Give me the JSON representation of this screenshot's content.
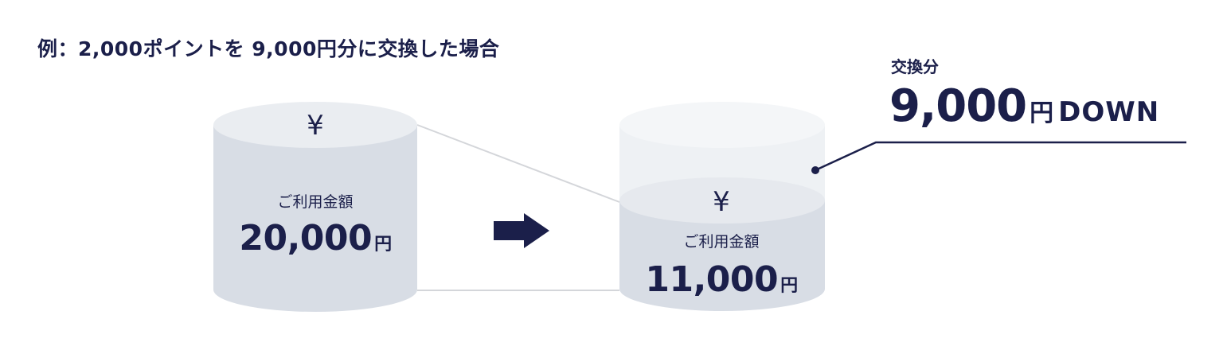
{
  "caption": "例：2,000ポイントを 9,000円分に交換した場合",
  "before": {
    "symbol": "¥",
    "label": "ご利用金額",
    "amount": "20,000",
    "unit": "円"
  },
  "after": {
    "symbol": "¥",
    "label": "ご利用金額",
    "amount": "11,000",
    "unit": "円"
  },
  "exchange": {
    "label": "交換分",
    "amount": "9,000",
    "unit": "円",
    "suffix": "DOWN"
  },
  "colors": {
    "navy": "#1b1f4a",
    "cylinder_side": "#d8dde5",
    "cylinder_top": "#eaedf1",
    "ghost_side": "#eef1f4",
    "ghost_top": "#f4f6f8",
    "connector": "#d4d6da"
  },
  "icons": {
    "arrow": "right-arrow-icon",
    "yen": "yen-icon"
  }
}
